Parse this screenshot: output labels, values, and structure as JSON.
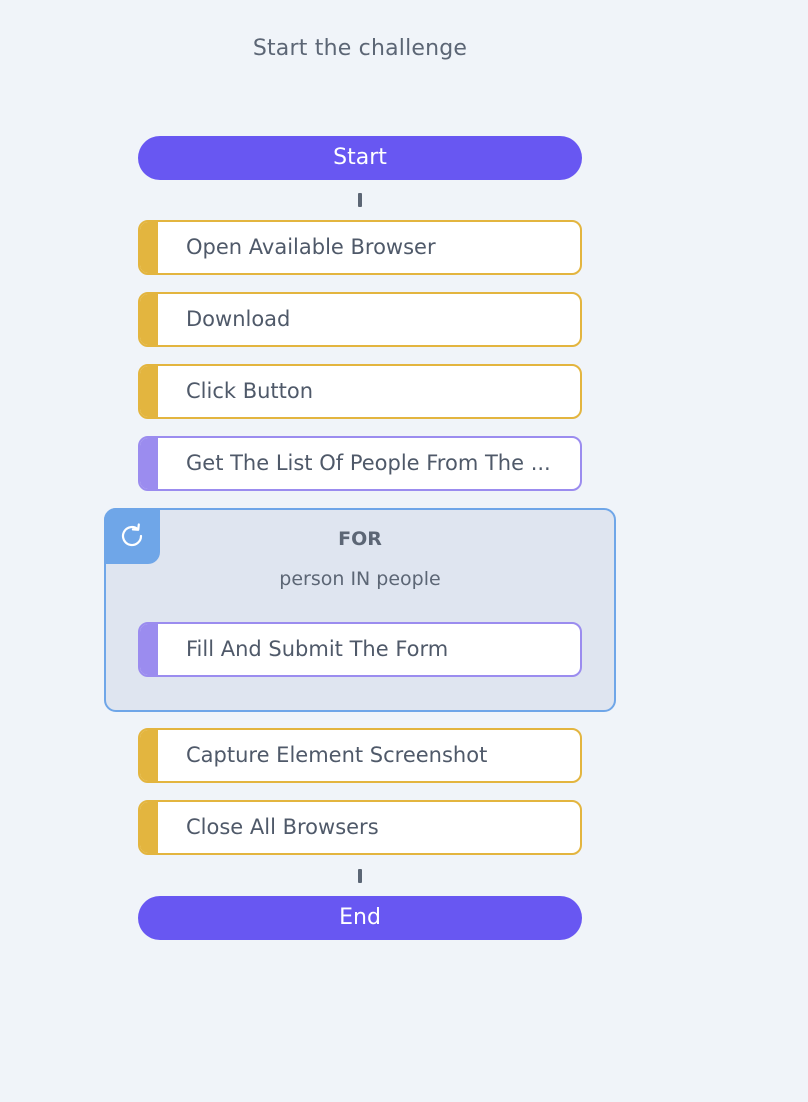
{
  "title": "Start the challenge",
  "flow": {
    "start_label": "Start",
    "end_label": "End",
    "steps": [
      {
        "label": "Open Available Browser",
        "kind": "keyword",
        "color": "#e3b53f"
      },
      {
        "label": "Download",
        "kind": "keyword",
        "color": "#e3b53f"
      },
      {
        "label": "Click Button",
        "kind": "keyword",
        "color": "#e3b53f"
      },
      {
        "label": "Get The List Of People From The ...",
        "kind": "user-keyword",
        "color": "#9b8cef"
      }
    ],
    "for_loop": {
      "keyword": "FOR",
      "expression": "person IN people",
      "icon": "refresh-icon",
      "color": "#6fa6e8",
      "body": [
        {
          "label": "Fill And Submit The Form",
          "kind": "user-keyword",
          "color": "#9b8cef"
        }
      ]
    },
    "after_steps": [
      {
        "label": "Capture Element Screenshot",
        "kind": "keyword",
        "color": "#e3b53f"
      },
      {
        "label": "Close All Browsers",
        "kind": "keyword",
        "color": "#e3b53f"
      }
    ]
  },
  "colors": {
    "background": "#f0f4f9",
    "terminal": "#6857f2",
    "library_keyword": "#e3b53f",
    "user_keyword": "#9b8cef",
    "loop": "#6fa6e8"
  }
}
